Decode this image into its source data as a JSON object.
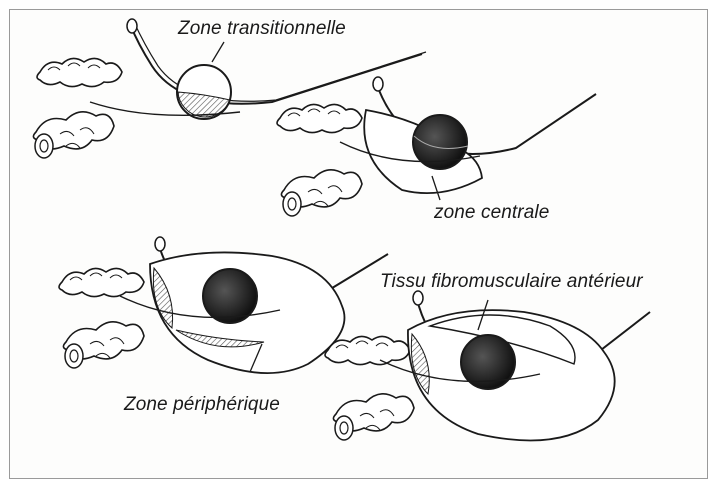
{
  "figure": {
    "labels": {
      "transition_zone": "Zone transitionnelle",
      "central_zone": "zone centrale",
      "anterior_fibromuscular": "Tissu fibromusculaire antérieur",
      "peripheral_zone": "Zone périphérique"
    },
    "colors": {
      "ink": "#1a1a1a",
      "paper": "#fdfdfc",
      "zone_shade": "#3a3a3a",
      "frame": "#9a9a9a"
    }
  }
}
